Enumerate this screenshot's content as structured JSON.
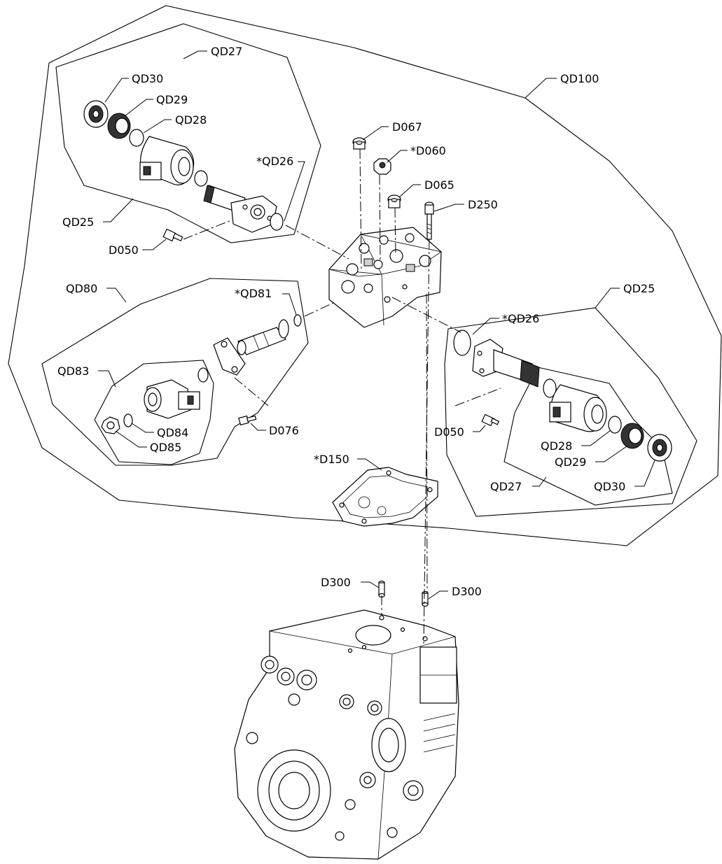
{
  "labels": {
    "qd27_top": "QD27",
    "qd30_top": "QD30",
    "qd29_top": "QD29",
    "qd28_top": "QD28",
    "qd26_top": "*QD26",
    "qd25_left": "QD25",
    "d050_left": "D050",
    "qd100": "QD100",
    "d067": "D067",
    "d060": "*D060",
    "d065": "D065",
    "d250": "D250",
    "qd80": "QD80",
    "qd81": "*QD81",
    "qd83": "QD83",
    "qd84": "QD84",
    "qd85": "QD85",
    "d076": "D076",
    "qd25_right": "QD25",
    "qd26_right": "*QD26",
    "d050_right": "D050",
    "qd28_right": "QD28",
    "qd29_right": "QD29",
    "qd30_right": "QD30",
    "qd27_right": "QD27",
    "d150": "*D150",
    "d300_left": "D300",
    "d300_right": "D300"
  }
}
